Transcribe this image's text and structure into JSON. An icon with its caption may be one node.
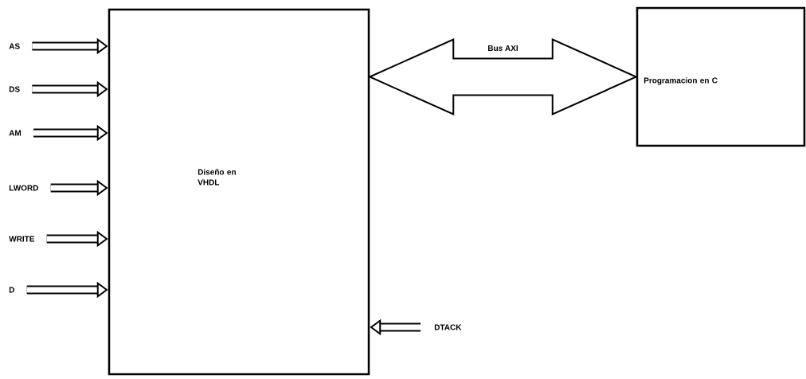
{
  "diagram": {
    "nodes": [
      {
        "text": [
          "Diseño en VHDL"
        ]
      },
      {
        "text": [
          "Programacion en C"
        ]
      },
      {
        "text": [
          "AS"
        ]
      },
      {
        "text": [
          "DS"
        ]
      },
      {
        "text": [
          "AM"
        ]
      },
      {
        "text": [
          "LWORD"
        ]
      },
      {
        "text": [
          "WRITE"
        ]
      },
      {
        "text": [
          "D"
        ]
      },
      {
        "text": [
          "DTACK"
        ]
      }
    ],
    "edges": [
      {
        "from": 2,
        "to": 0,
        "arrow": "to"
      },
      {
        "from": 3,
        "to": 0,
        "arrow": "to"
      },
      {
        "from": 4,
        "to": 0,
        "arrow": "to"
      },
      {
        "from": 5,
        "to": 0,
        "arrow": "to"
      },
      {
        "from": 6,
        "to": 0,
        "arrow": "to"
      },
      {
        "from": 7,
        "to": 0,
        "arrow": "to"
      },
      {
        "from": 0,
        "to": 1,
        "arrow": "both",
        "style": "thick",
        "label": "Bus AXI"
      },
      {
        "from": 8,
        "to": 0,
        "arrow": "to"
      }
    ]
  }
}
